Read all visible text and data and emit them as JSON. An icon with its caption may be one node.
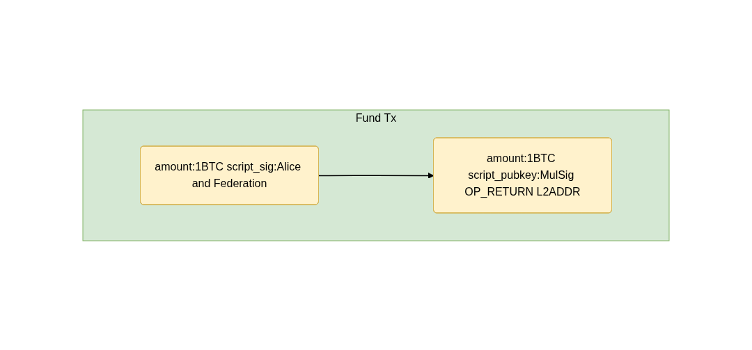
{
  "diagram": {
    "nodes": [
      {
        "text": [
          "Fund Tx"
        ]
      },
      {
        "text": [
          "amount:1BTC script_sig:Alice and Federation"
        ],
        "in": 0
      },
      {
        "text": [
          "amount:1BTC script_pubkey:MulSig OP_RETURN L2ADDR"
        ],
        "in": 0
      }
    ],
    "edges": [
      {
        "from": 1,
        "to": 2,
        "arrow": "to"
      }
    ]
  }
}
